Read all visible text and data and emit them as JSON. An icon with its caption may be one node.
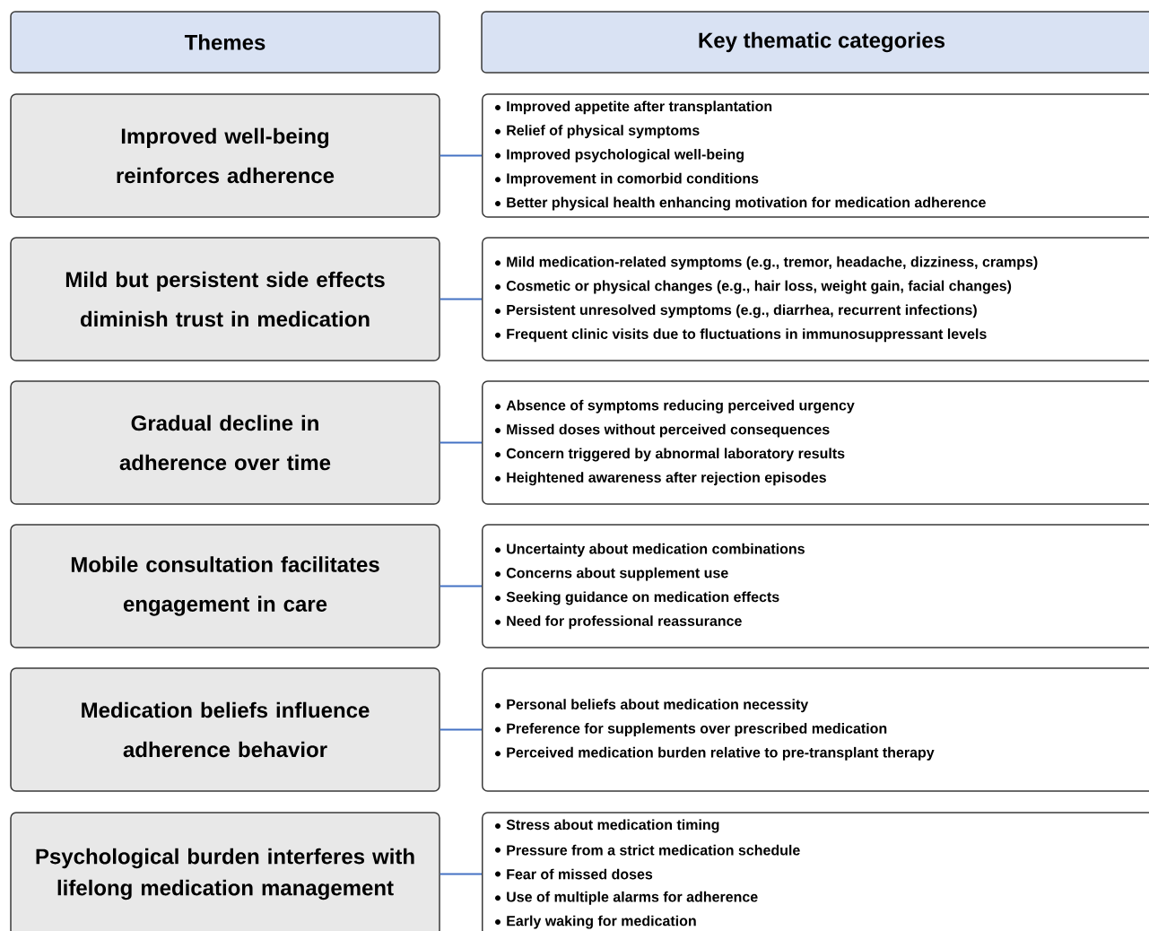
{
  "diagram": {
    "nodes": [
      {
        "text": [
          "Themes"
        ]
      },
      {
        "text": [
          "Key thematic categories"
        ]
      },
      {
        "text": [
          "Improved well-being reinforces adherence"
        ]
      },
      {
        "text": [
          "Improved appetite after transplantation",
          "Relief of physical symptoms",
          "Improved psychological well-being",
          "Improvement in comorbid conditions",
          "Better physical health enhancing motivation for medication adherence"
        ]
      },
      {
        "text": [
          "Mild but persistent side effects diminish trust in medication"
        ]
      },
      {
        "text": [
          "Mild medication-related symptoms (e.g., tremor, headache, dizziness, cramps)",
          "Cosmetic or physical changes (e.g., hair loss, weight gain, facial changes)",
          "Persistent unresolved symptoms (e.g., diarrhea, recurrent infections)",
          "Frequent clinic visits due to fluctuations in immunosuppressant levels"
        ]
      },
      {
        "text": [
          "Gradual decline in adherence over time"
        ]
      },
      {
        "text": [
          "Absence of symptoms reducing perceived urgency",
          "Missed doses without perceived consequences",
          "Concern triggered by abnormal laboratory results",
          "Heightened awareness after rejection episodes"
        ]
      },
      {
        "text": [
          "Mobile consultation facilitates engagement in care"
        ]
      },
      {
        "text": [
          "Uncertainty about medication combinations",
          "Concerns about supplement use",
          "Seeking guidance on medication effects",
          "Need for professional reassurance"
        ]
      },
      {
        "text": [
          "Medication beliefs influence adherence behavior"
        ]
      },
      {
        "text": [
          "Personal beliefs about medication necessity",
          "Preference for supplements over prescribed medication",
          "Perceived medication burden relative to pre-transplant therapy"
        ]
      },
      {
        "text": [
          "Psychological burden interferes with lifelong medication management"
        ]
      },
      {
        "text": [
          "Stress about medication timing",
          "Pressure from a strict medication schedule",
          "Fear of missed doses",
          "Use of multiple alarms for adherence",
          "Early waking for medication"
        ]
      }
    ],
    "edges": [
      {
        "from": 2,
        "to": 3,
        "arrow": "none"
      },
      {
        "from": 4,
        "to": 5,
        "arrow": "none"
      },
      {
        "from": 6,
        "to": 7,
        "arrow": "none"
      },
      {
        "from": 8,
        "to": 9,
        "arrow": "none"
      },
      {
        "from": 10,
        "to": 11,
        "arrow": "none"
      },
      {
        "from": 12,
        "to": 13,
        "arrow": "none"
      }
    ]
  }
}
